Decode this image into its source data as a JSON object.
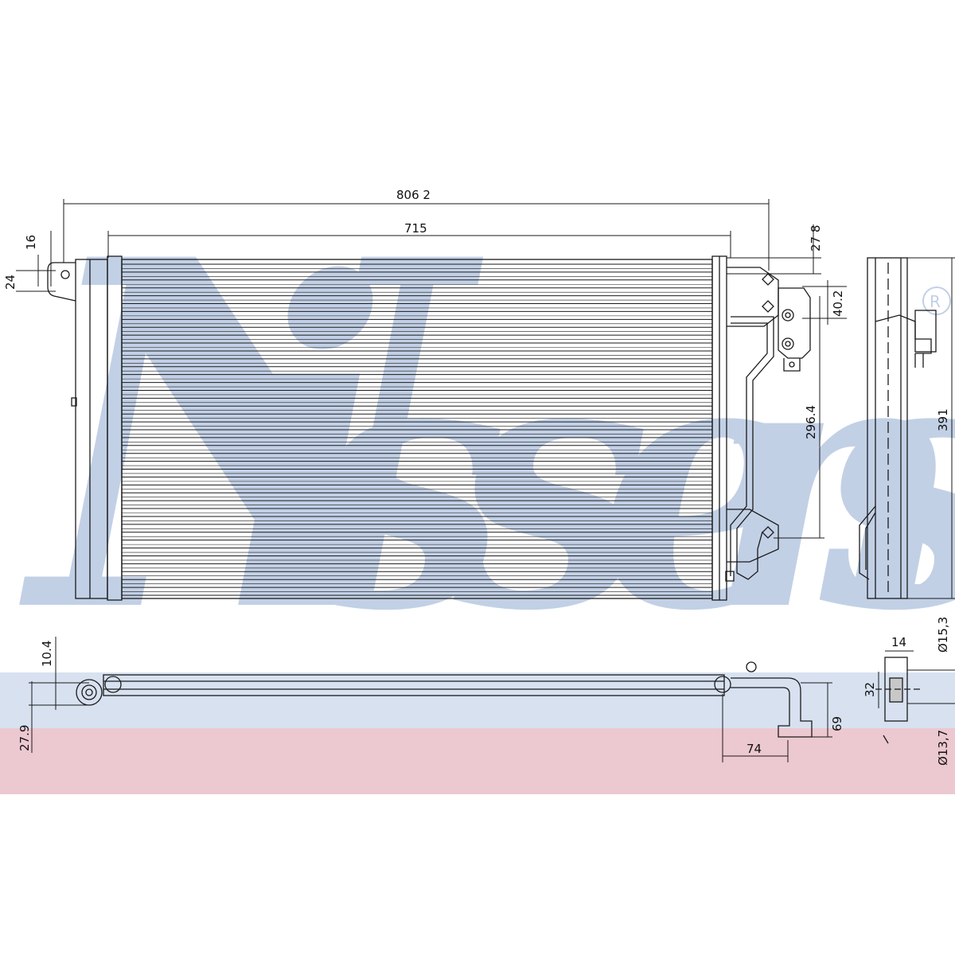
{
  "watermark": {
    "brand_letters": [
      "N",
      "i",
      "s",
      "s",
      "e",
      "n",
      "s"
    ],
    "registered_mark": "R",
    "text_color": "#b8c8e2",
    "band_blue": "#d7e1f0",
    "band_red": "#ecc8d0"
  },
  "dimensions": {
    "overall_width": "806 2",
    "core_width": "715",
    "top_offset": "27 8",
    "pipe_offset": "40.2",
    "bracket_spacing": "296.4",
    "overall_height": "391",
    "left_pin_width": "16",
    "left_pin_height": "24",
    "bottom_left_upper": "10.4",
    "bottom_left_lower": "27.9",
    "pipe_reach": "74",
    "pipe_drop": "69",
    "fitting_width": "14",
    "fitting_height": "32",
    "diameter_outer": "Ø15,3",
    "diameter_inner": "Ø13,7"
  },
  "colors": {
    "line": "#1a1a1a"
  }
}
